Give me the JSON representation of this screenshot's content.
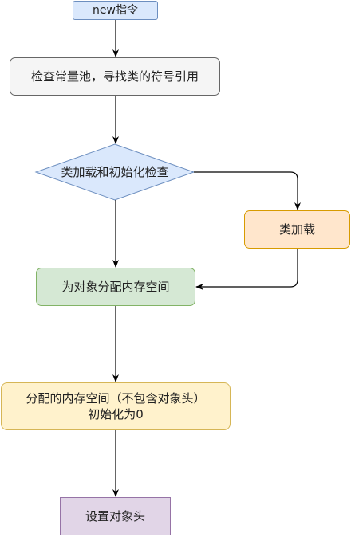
{
  "flowchart": {
    "start": "new指令",
    "check_constant_pool": "检查常量池，寻找类的符号引用",
    "decision": "类加载和初始化检查",
    "class_loading": "类加载",
    "allocate_memory": "为对象分配内存空间",
    "zero_init_line1": "分配的内存空间（不包含对象头）",
    "zero_init_line2": "初始化为0",
    "set_header": "设置对象头"
  },
  "colors": {
    "start_fill": "#dae8fc",
    "start_stroke": "#6c8ebf",
    "check_fill": "#f5f5f5",
    "check_stroke": "#666666",
    "decision_fill": "#dae8fc",
    "decision_stroke": "#6c8ebf",
    "classload_fill": "#ffe6cc",
    "classload_stroke": "#d79b00",
    "alloc_fill": "#d5e8d4",
    "alloc_stroke": "#82b366",
    "zero_fill": "#fff2cc",
    "zero_stroke": "#d6b656",
    "header_fill": "#e1d5e7",
    "header_stroke": "#9673a6",
    "arrow": "#000000"
  }
}
